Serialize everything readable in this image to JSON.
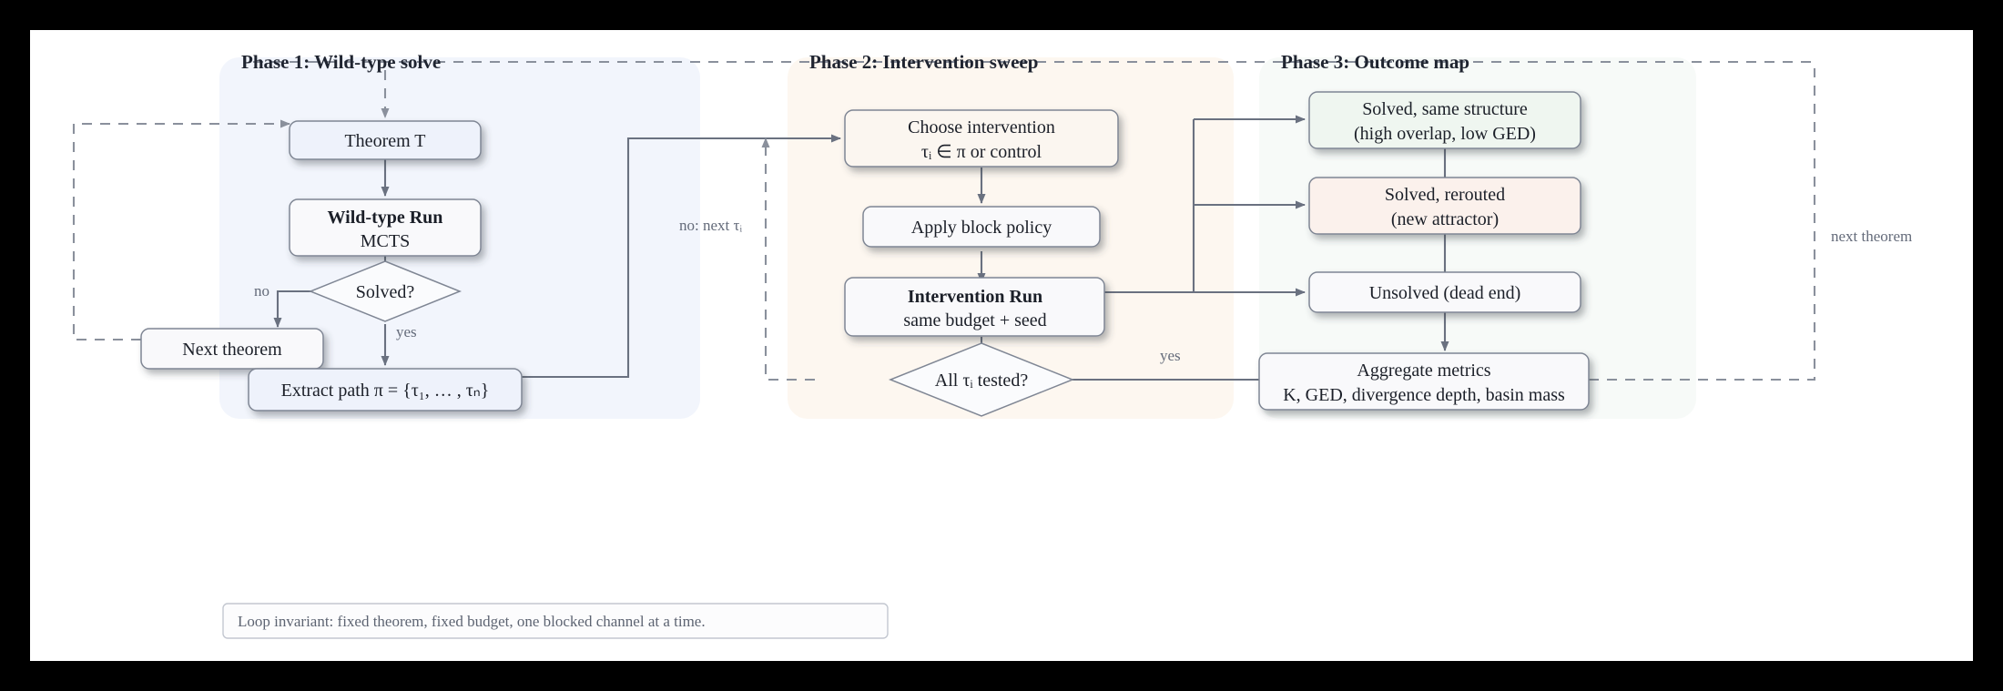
{
  "figure": {
    "title": "Intervention sweep pipeline",
    "background": "#ffffff",
    "frame_color": "#000000"
  },
  "colors": {
    "phase1_bg": "#f2f5fc",
    "phase2_bg": "#fdf7f0",
    "phase3_bg": "#f7faf8",
    "node_blue": "#eef2fb",
    "node_grey": "#f9f9fb",
    "node_cream": "#fbf6f0",
    "node_green": "#eff6f0",
    "node_pink": "#fbf1ec",
    "stroke": "#7f8694",
    "edge": "#6a7180",
    "dashed_edge": "#8a909c",
    "label_text": "#646b7a",
    "title_text": "#1f2430"
  },
  "phases": [
    {
      "id": "phase1",
      "title": "Phase 1: Wild-type solve"
    },
    {
      "id": "phase2",
      "title": "Phase 2: Intervention sweep"
    },
    {
      "id": "phase3",
      "title": "Phase 3: Outcome map"
    }
  ],
  "nodes": {
    "theorem": {
      "line1": "Theorem T",
      "line2": ""
    },
    "wildtype_run": {
      "line1": "Wild-type Run",
      "line2": "MCTS"
    },
    "solved_q": {
      "line1": "Solved?",
      "line2": ""
    },
    "next_theorem": {
      "line1": "Next theorem",
      "line2": ""
    },
    "extract_path": {
      "line1": "Extract path π = {τ₁, … , τₙ}",
      "line2": ""
    },
    "choose_interv": {
      "line1": "Choose intervention",
      "line2": "τᵢ ∈ π or control"
    },
    "apply_block": {
      "line1": "Apply block policy",
      "line2": ""
    },
    "intervention_run": {
      "line1": "Intervention Run",
      "line2": "same budget + seed"
    },
    "all_tested_q": {
      "line1": "All τᵢ tested?",
      "line2": ""
    },
    "solved_same": {
      "line1": "Solved, same structure",
      "line2": "(high overlap, low GED)"
    },
    "solved_rerouted": {
      "line1": "Solved, rerouted",
      "line2": "(new attractor)"
    },
    "unsolved": {
      "line1": "Unsolved (dead end)",
      "line2": ""
    },
    "aggregate": {
      "line1": "Aggregate metrics",
      "line2": "K, GED, divergence depth, basin mass"
    }
  },
  "edge_labels": {
    "solved_no": "no",
    "solved_yes": "yes",
    "sweep_no_next": "no: next τᵢ",
    "all_tested_yes": "yes",
    "next_theorem_loop": "next theorem"
  },
  "footer": {
    "invariant": "Loop invariant: fixed theorem, fixed budget, one blocked channel at a time."
  }
}
